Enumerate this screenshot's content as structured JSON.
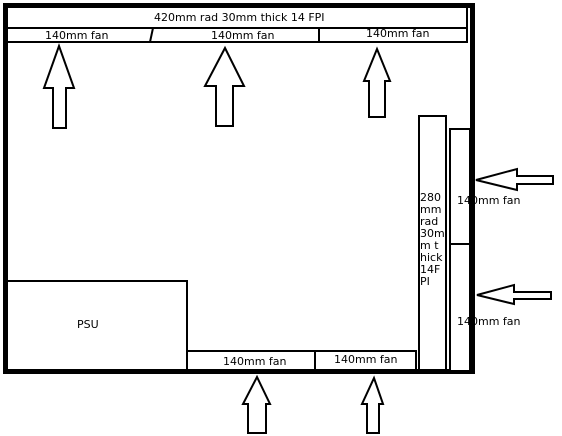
{
  "colors": {
    "stroke": "#000000",
    "background": "#ffffff"
  },
  "top_radiator": {
    "label": "420mm rad 30mm thick 14 FPI"
  },
  "top_fans": [
    {
      "label": "140mm fan"
    },
    {
      "label": "140mm fan"
    },
    {
      "label": "140mm fan"
    }
  ],
  "side_radiator": {
    "label": "280 mm rad 30m m t hick 14F PI"
  },
  "side_fans": [
    {
      "label": "140mm fan"
    },
    {
      "label": "140mm fan"
    }
  ],
  "psu": {
    "label": "PSU"
  },
  "bottom_fans": [
    {
      "label": "140mm fan"
    },
    {
      "label": "140mm fan"
    }
  ],
  "arrows": {
    "top": {
      "count": 3,
      "direction": "up"
    },
    "side": {
      "count": 2,
      "direction": "left"
    },
    "bottom": {
      "count": 2,
      "direction": "up"
    }
  }
}
